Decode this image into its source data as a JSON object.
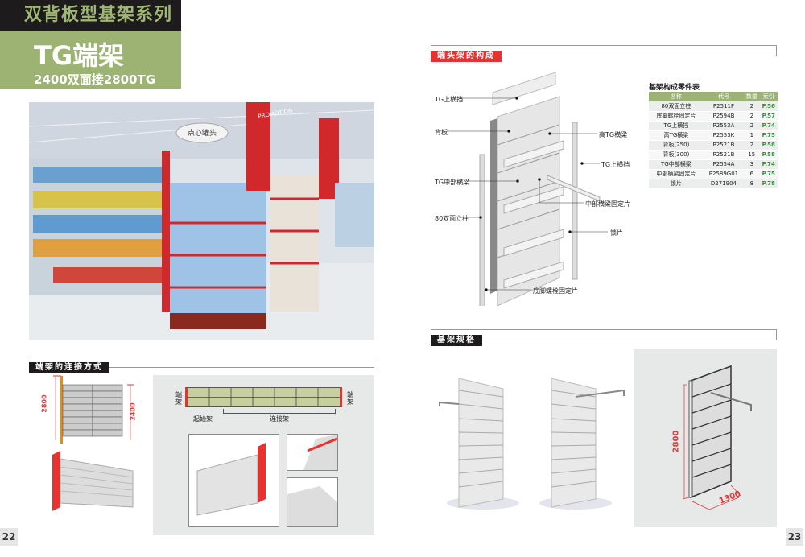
{
  "header": {
    "series": "双背板型基架系列",
    "title": "TG端架",
    "subtitle": "2400双面接2800TG"
  },
  "sections": {
    "composition": "端头架的构成",
    "connection": "端架的连接方式",
    "spec": "基架规格"
  },
  "composition_labels": [
    "TG上横挡",
    "背板",
    "TG中部横梁",
    "80双面立柱",
    "高TG横梁",
    "TG上横挡",
    "中部横梁固定片",
    "锁片",
    "底脚螺栓固定片"
  ],
  "parts_table": {
    "title": "基架构成零件表",
    "headers": [
      "名称",
      "代号",
      "数量",
      "索引"
    ],
    "rows": [
      [
        "80双面立柱",
        "P2511F",
        "2",
        "P.56"
      ],
      [
        "底脚螺栓固定片",
        "P2594B",
        "2",
        "P.57"
      ],
      [
        "TG上横挡",
        "P2553A",
        "2",
        "P.74"
      ],
      [
        "高TG横梁",
        "P2553K",
        "1",
        "P.75"
      ],
      [
        "背板(250)",
        "P2521B",
        "2",
        "P.58"
      ],
      [
        "背板(300)",
        "P2521B",
        "15",
        "P.58"
      ],
      [
        "TG中部横梁",
        "P2554A",
        "3",
        "P.74"
      ],
      [
        "中部横梁固定片",
        "P2589G01",
        "6",
        "P.75"
      ],
      [
        "锁片",
        "D271904",
        "8",
        "P.78"
      ]
    ]
  },
  "connection": {
    "dim_left": "2800",
    "dim_right": "2400",
    "end_left": "端架",
    "end_right": "端架",
    "start": "起始架",
    "connect": "连接架"
  },
  "spec": {
    "height": "2800",
    "width": "1300"
  },
  "photo_signs": {
    "sign1": "点心罐头",
    "sign2": "PROMOTION"
  },
  "pages": {
    "left": "22",
    "right": "23"
  },
  "colors": {
    "green": "#9db374",
    "red": "#e8322f",
    "black": "#1d1b1c"
  }
}
